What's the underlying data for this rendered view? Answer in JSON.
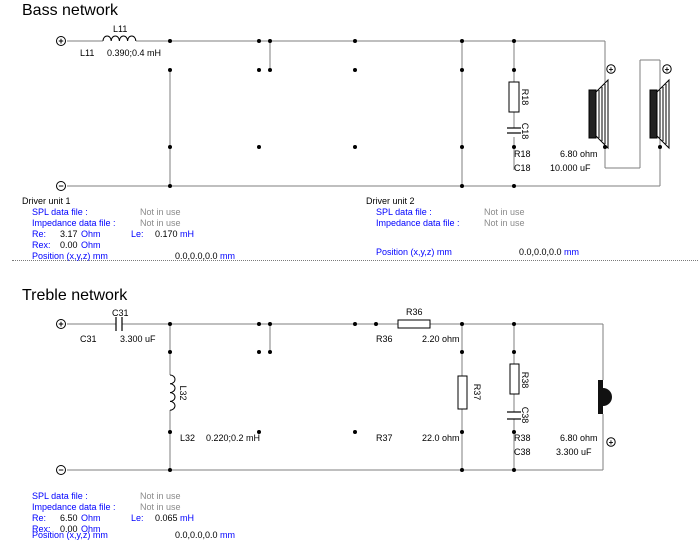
{
  "bass": {
    "title": "Bass network",
    "components": {
      "l11": {
        "name": "L11",
        "label": "L11",
        "value": "0.390;0.4 mH"
      },
      "r18": {
        "name": "R18",
        "label": "R18",
        "value": "6.80 ohm"
      },
      "c18": {
        "name": "C18",
        "label": "C18",
        "value": "10.000 uF"
      }
    },
    "driver1": {
      "title": "Driver unit 1",
      "spl_label": "SPL data file :",
      "spl_value": "Not in use",
      "imp_label": "Impedance data file :",
      "imp_value": "Not in use",
      "re_label": "Re:",
      "re_value": "3.17",
      "re_unit": "Ohm",
      "le_label": "Le:",
      "le_value": "0.170",
      "le_unit": "mH",
      "rex_label": "Rex:",
      "rex_value": "0.00",
      "rex_unit": "Ohm",
      "pos_label": "Position (x,y,z) mm",
      "pos_value": "0.0,0.0,0.0",
      "pos_unit": "mm"
    },
    "driver2": {
      "title": "Driver unit 2",
      "spl_label": "SPL data file :",
      "spl_value": "Not in use",
      "imp_label": "Impedance data file :",
      "imp_value": "Not in use",
      "pos_label": "Position (x,y,z) mm",
      "pos_value": "0.0,0.0,0.0",
      "pos_unit": "mm"
    }
  },
  "treble": {
    "title": "Treble network",
    "components": {
      "c31": {
        "name": "C31",
        "label": "C31",
        "value": "3.300 uF"
      },
      "l32": {
        "name": "L32",
        "label": "L32",
        "value": "0.220;0.2 mH"
      },
      "r36": {
        "name": "R36",
        "label": "R36",
        "value": "2.20 ohm"
      },
      "r37": {
        "name": "R37",
        "label": "R37",
        "value": "22.0 ohm"
      },
      "r38": {
        "name": "R38",
        "label": "R38",
        "value": "6.80 ohm"
      },
      "c38": {
        "name": "C38",
        "label": "C38",
        "value": "3.300 uF"
      }
    },
    "driver": {
      "spl_label": "SPL data file :",
      "spl_value": "Not in use",
      "imp_label": "Impedance data file :",
      "imp_value": "Not in use",
      "re_label": "Re:",
      "re_value": "6.50",
      "re_unit": "Ohm",
      "le_label": "Le:",
      "le_value": "0.065",
      "le_unit": "mH",
      "rex_label": "Rex:",
      "rex_value": "0.00",
      "rex_unit": "Ohm",
      "pos_label": "Position (x,y,z) mm",
      "pos_value": "0.0,0.0,0.0",
      "pos_unit": "mm"
    }
  },
  "symbols": {
    "plus": "+",
    "minus": "−"
  },
  "colors": {
    "wire": "#7f7f7f",
    "node": "#000000",
    "label_blue": "#0000ff",
    "value_gray": "#8a8a8a"
  }
}
